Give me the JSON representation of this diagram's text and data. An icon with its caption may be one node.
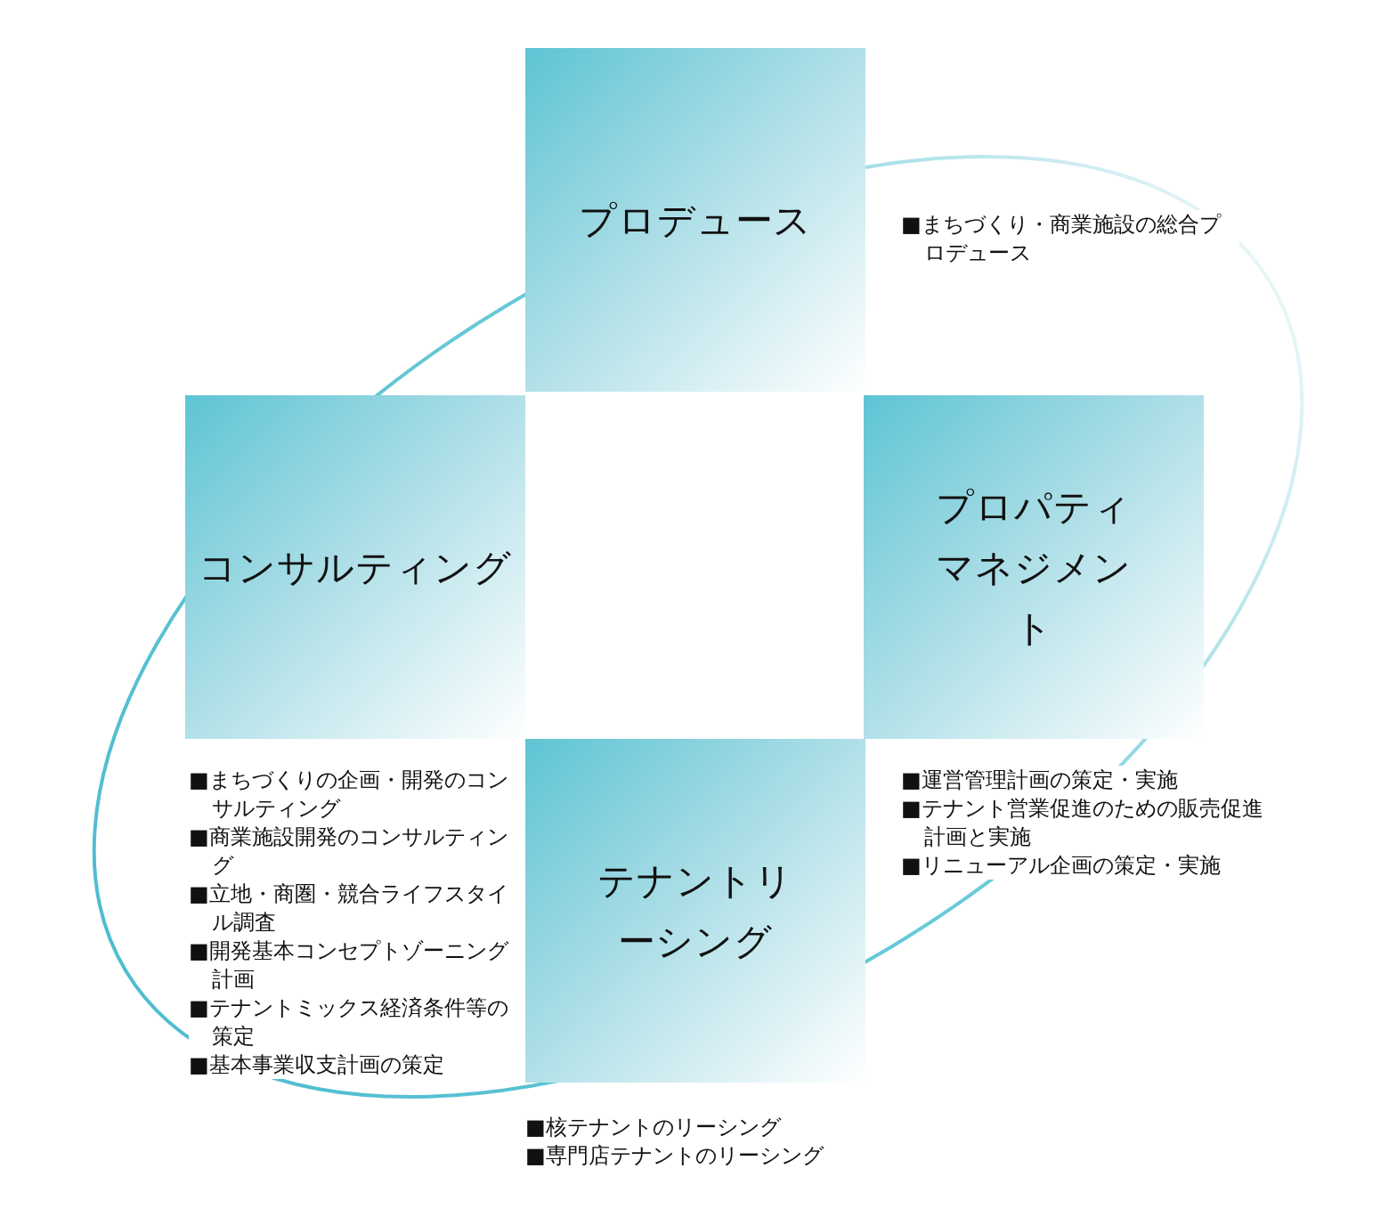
{
  "diagram": {
    "nodes": [
      {
        "text": [
          "プロデュース"
        ],
        "beside": [
          "■まちづくり・商業施設の総合プロデュース"
        ]
      },
      {
        "text": [
          "コンサルティング"
        ],
        "beside": [
          "■まちづくりの企画・開発のコンサルティング",
          "■商業施設開発のコンサルティング",
          "■立地・商圏・競合ライフスタイル調査",
          "■開発基本コンセプトゾーニング計画",
          "■テナントミックス経済条件等の策定",
          "■基本事業収支計画の策定"
        ]
      },
      {
        "text": [
          "プロパティマネジメント"
        ],
        "beside": [
          "■運営管理計画の策定・実施",
          "■テナント営業促進のための販売促進計画と実施",
          "■リニューアル企画の策定・実施"
        ]
      },
      {
        "text": [
          "テナントリーシング"
        ],
        "beside": [
          "■核テナントのリーシング",
          "■専門店テナントのリーシング"
        ]
      }
    ],
    "edges": []
  }
}
